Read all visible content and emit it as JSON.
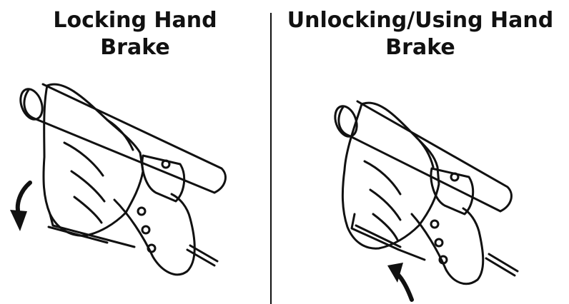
{
  "panels": [
    {
      "title_line1": "Locking Hand",
      "title_line2": "Brake"
    },
    {
      "title_line1": "Unlocking/Using Hand",
      "title_line2": "Brake"
    }
  ],
  "colors": {
    "ink": "#111111",
    "background": "#ffffff"
  }
}
